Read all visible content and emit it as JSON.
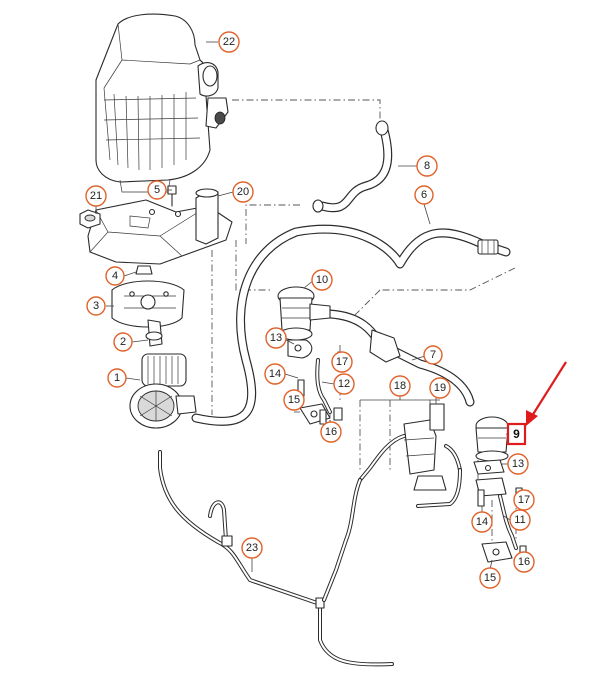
{
  "colors": {
    "callout_ring": "#e0622a",
    "highlight": "#e01b1b",
    "line": "#2b2b2b"
  },
  "highlighted_part": "9",
  "callouts": [
    {
      "id": "c22",
      "label": "22"
    },
    {
      "id": "c8",
      "label": "8"
    },
    {
      "id": "c21",
      "label": "21"
    },
    {
      "id": "c5",
      "label": "5"
    },
    {
      "id": "c20",
      "label": "20"
    },
    {
      "id": "c6",
      "label": "6"
    },
    {
      "id": "c4",
      "label": "4"
    },
    {
      "id": "c10",
      "label": "10"
    },
    {
      "id": "c3",
      "label": "3"
    },
    {
      "id": "c13a",
      "label": "13"
    },
    {
      "id": "c2",
      "label": "2"
    },
    {
      "id": "c17a",
      "label": "17"
    },
    {
      "id": "c7",
      "label": "7"
    },
    {
      "id": "c1",
      "label": "1"
    },
    {
      "id": "c14a",
      "label": "14"
    },
    {
      "id": "c12",
      "label": "12"
    },
    {
      "id": "c18",
      "label": "18"
    },
    {
      "id": "c15a",
      "label": "15"
    },
    {
      "id": "c19",
      "label": "19"
    },
    {
      "id": "c16a",
      "label": "16"
    },
    {
      "id": "c13b",
      "label": "13"
    },
    {
      "id": "c17b",
      "label": "17"
    },
    {
      "id": "c11",
      "label": "11"
    },
    {
      "id": "c14b",
      "label": "14"
    },
    {
      "id": "c23",
      "label": "23"
    },
    {
      "id": "c16b",
      "label": "16"
    },
    {
      "id": "c15b",
      "label": "15"
    }
  ]
}
